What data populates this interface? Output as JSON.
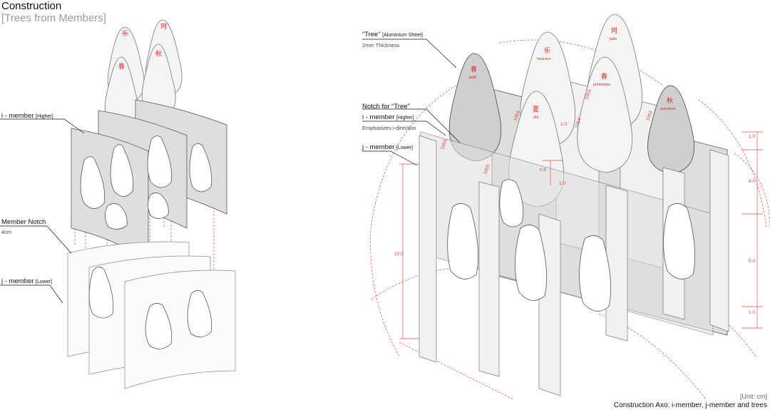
{
  "header": {
    "title": "Construction",
    "subtitle": "[Trees from Members]"
  },
  "left_labels": {
    "i_member": {
      "main": "i - member",
      "tag": "[Higher]"
    },
    "member_notch": {
      "main": "Member Notch",
      "sub": "4cm"
    },
    "j_member": {
      "main": "j - member",
      "tag": "[Lower]"
    }
  },
  "right_labels": {
    "tree": {
      "main": "“Tree”",
      "tag": "[Aluminium Sheet]",
      "sub": "2mm Thickness"
    },
    "notch_tree": {
      "main": "Notch for “Tree”"
    },
    "i_member": {
      "main": "i - member",
      "tag": "[Higher]",
      "sub": "Emphasizes i-direction"
    },
    "j_member": {
      "main": "j - member",
      "tag": "[Lower]"
    }
  },
  "dimensions": {
    "right_side": [
      "1.0",
      "4.0",
      "5.0",
      "1.0"
    ],
    "height": "10.0",
    "notch_w": "0.6",
    "notch_h": "1.0",
    "top_small": "1.0"
  },
  "tree_tags": {
    "spring_a": {
      "glyph": "春",
      "name": "faith"
    },
    "joy": {
      "glyph": "乐",
      "name": "heureux"
    },
    "jade": {
      "glyph": "珂",
      "name": "jade"
    },
    "spring_b": {
      "glyph": "春",
      "name": "printemps"
    },
    "summer": {
      "glyph": "夏",
      "name": "été"
    },
    "autumn": {
      "glyph": "秋",
      "name": "automne"
    }
  },
  "member_years": [
    "1955",
    "1954",
    "1953",
    "1954",
    "1953",
    "1955"
  ],
  "footer": {
    "unit": "[Unit: cm]",
    "caption": "Construction Axo: i-member, j-member and trees"
  },
  "colors": {
    "accent_red": "#e24b4b",
    "panel_grey": "#dedede"
  }
}
